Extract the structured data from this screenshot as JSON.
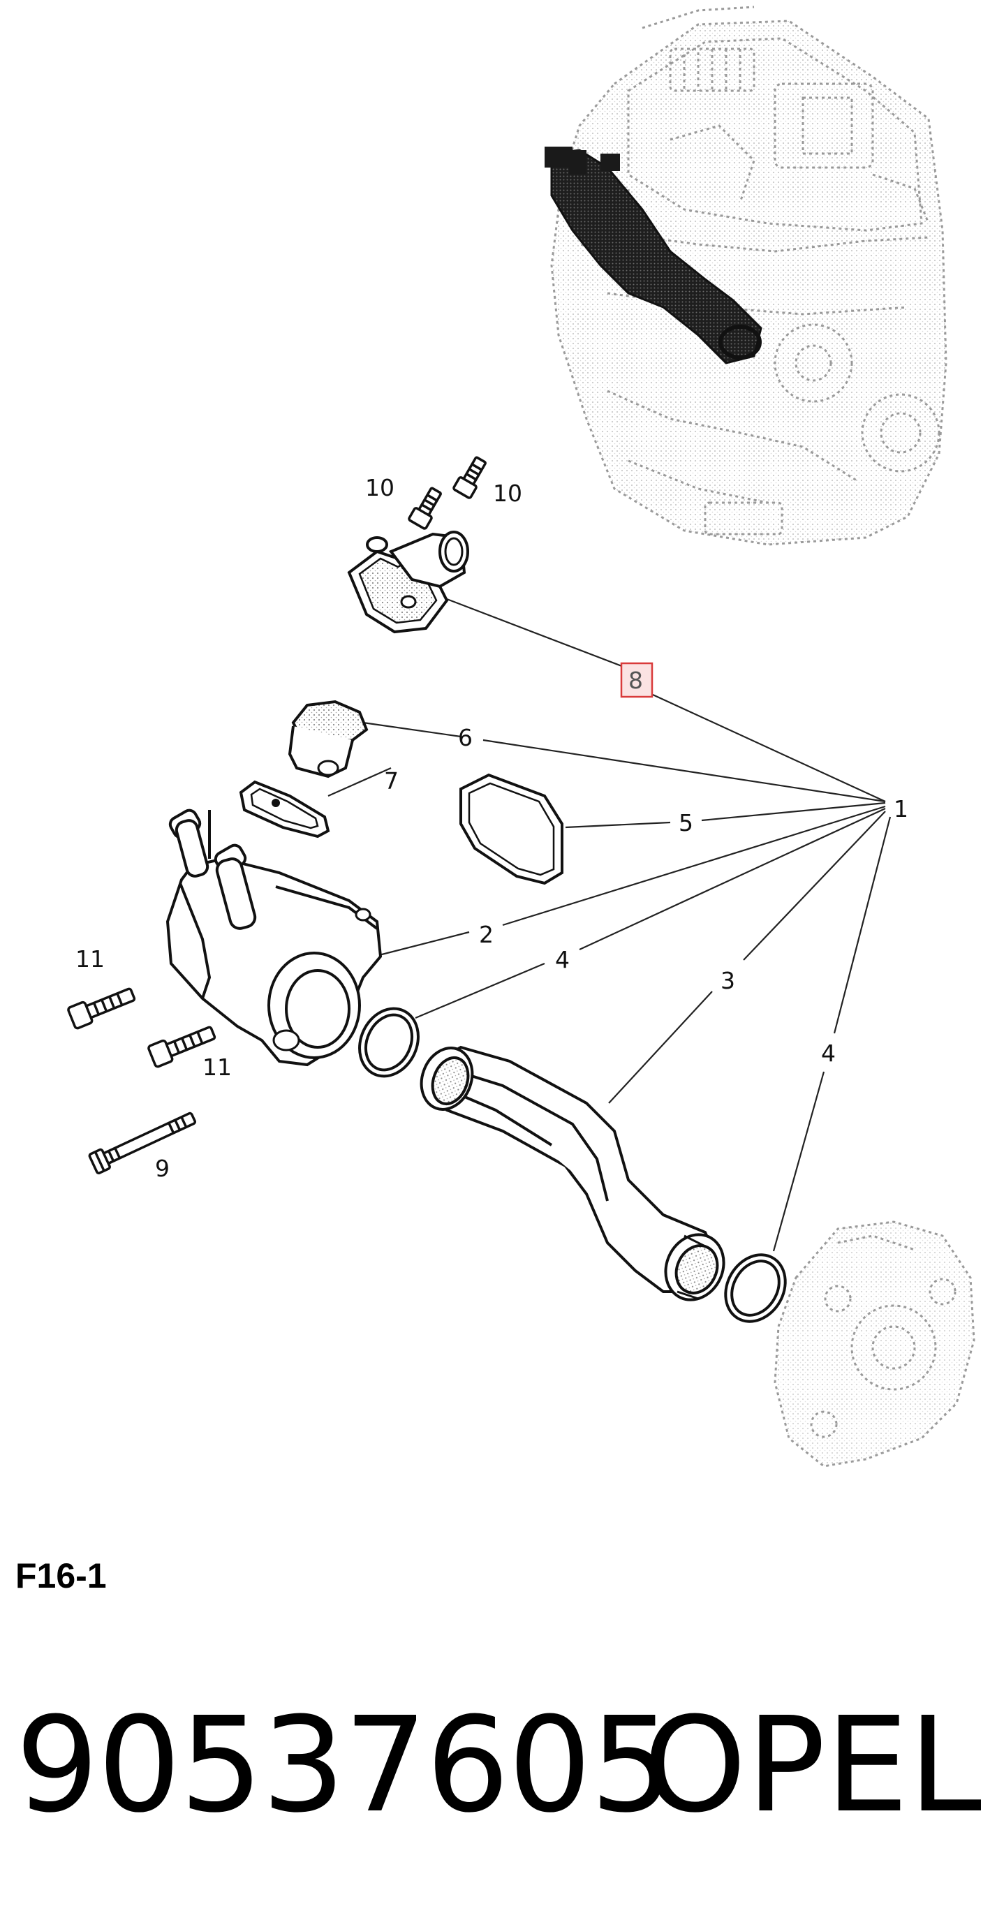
{
  "diagram_code": "F16-1",
  "part_number": "90537605",
  "brand": "OPEL",
  "highlight_color": "#d93b3b",
  "highlight_fill": "#fbe3e3",
  "callouts": {
    "c1": "1",
    "c2": "2",
    "c3": "3",
    "c4a": "4",
    "c4b": "4",
    "c5": "5",
    "c6": "6",
    "c7": "7",
    "c8": "8",
    "c9": "9",
    "c10a": "10",
    "c10b": "10",
    "c11a": "11",
    "c11b": "11"
  }
}
